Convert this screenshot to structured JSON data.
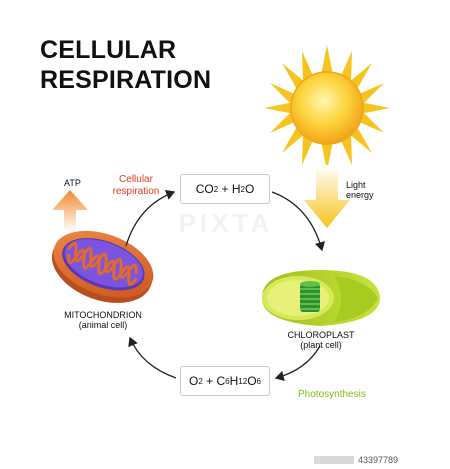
{
  "title": {
    "line1": "CELLULAR",
    "line2": "RESPIRATION"
  },
  "labels": {
    "atp": "ATP",
    "cellular_respiration": [
      "Cellular",
      "respiration"
    ],
    "light_energy": [
      "Light",
      "energy"
    ],
    "mitochondrion": [
      "MITOCHONDRION",
      "(animal cell)"
    ],
    "chloroplast": [
      "CHLOROPLAST",
      "(plant cell)"
    ],
    "photosynthesis": "Photosynthesis"
  },
  "formulas": {
    "top": {
      "a": "CO",
      "a_sub": "2",
      "plus": " + ",
      "b": "H",
      "b_sub": "2",
      "c": "O"
    },
    "bottom": {
      "a": "O",
      "a_sub": "2",
      "plus": " + ",
      "b": "C",
      "b_sub": "6",
      "c": "H",
      "c_sub": "12",
      "d": "O",
      "d_sub": "6"
    }
  },
  "footer": {
    "watermark": "PIXTA",
    "id": "43397789"
  },
  "colors": {
    "respiration_red": "#e8391e",
    "photosynthesis_green": "#7fbf1e",
    "atp_orange": "#f18a2e",
    "sun_yellow": "#f7c41f",
    "mito_outer": "#e06a2c",
    "mito_inner": "#7b55e0",
    "chloro_green": "#b7d728"
  }
}
